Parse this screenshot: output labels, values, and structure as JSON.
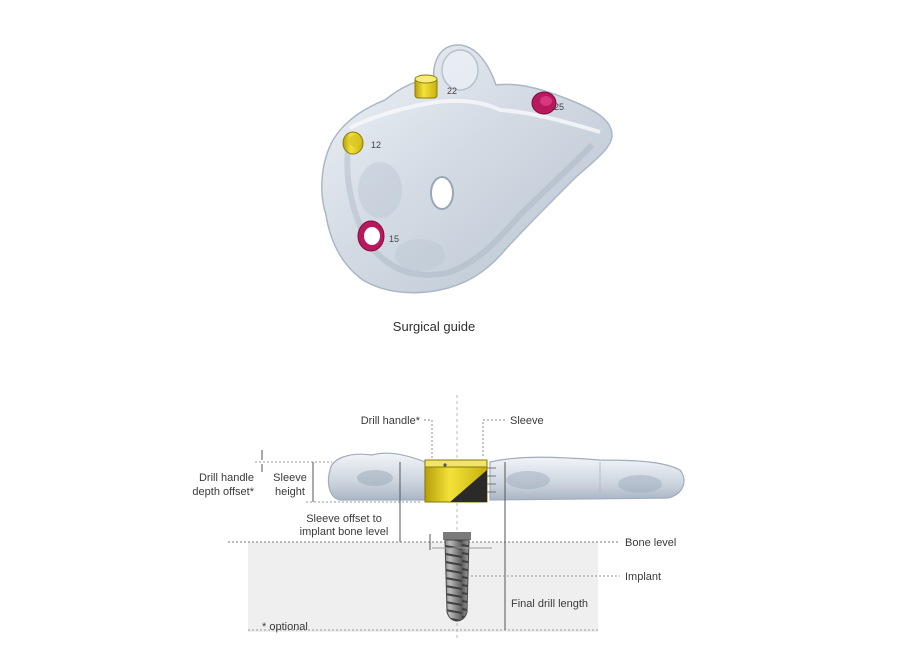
{
  "guide_caption": "Surgical guide",
  "tooth_numbers": {
    "t12": "12",
    "t15": "15",
    "t22": "22",
    "t25": "25"
  },
  "callouts": {
    "drill_handle": "Drill handle*",
    "sleeve": "Sleeve",
    "drill_handle_depth_offset_line1": "Drill handle",
    "drill_handle_depth_offset_line2": "depth offset*",
    "sleeve_height_line1": "Sleeve",
    "sleeve_height_line2": "height",
    "sleeve_offset_line1": "Sleeve offset to",
    "sleeve_offset_line2": "implant bone level",
    "bone_level": "Bone level",
    "implant": "Implant",
    "final_drill_length": "Final drill length",
    "optional_note": "* optional"
  },
  "colors": {
    "guide_fill": "#d6dde6",
    "guide_edge": "#a9b5c3",
    "sleeve_yellow": "#e6d21c",
    "sleeve_magenta": "#b8185e",
    "bone_fill": "#efefef",
    "implant_grey": "#8a8a8a"
  }
}
